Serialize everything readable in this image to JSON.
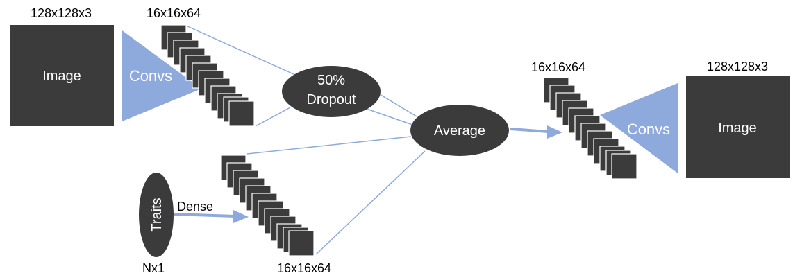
{
  "diagram": {
    "encoder": {
      "input_dims": "128x128x3",
      "input_label": "Image",
      "convs_label": "Convs",
      "features_dims": "16x16x64"
    },
    "dropout": {
      "line1": "50%",
      "line2": "Dropout"
    },
    "traits": {
      "label": "Traits",
      "dims": "Nx1",
      "dense_label": "Dense",
      "features_dims": "16x16x64"
    },
    "average": {
      "label": "Average"
    },
    "decoder": {
      "features_dims": "16x16x64",
      "convs_label": "Convs",
      "output_label": "Image",
      "output_dims": "128x128x3"
    }
  }
}
